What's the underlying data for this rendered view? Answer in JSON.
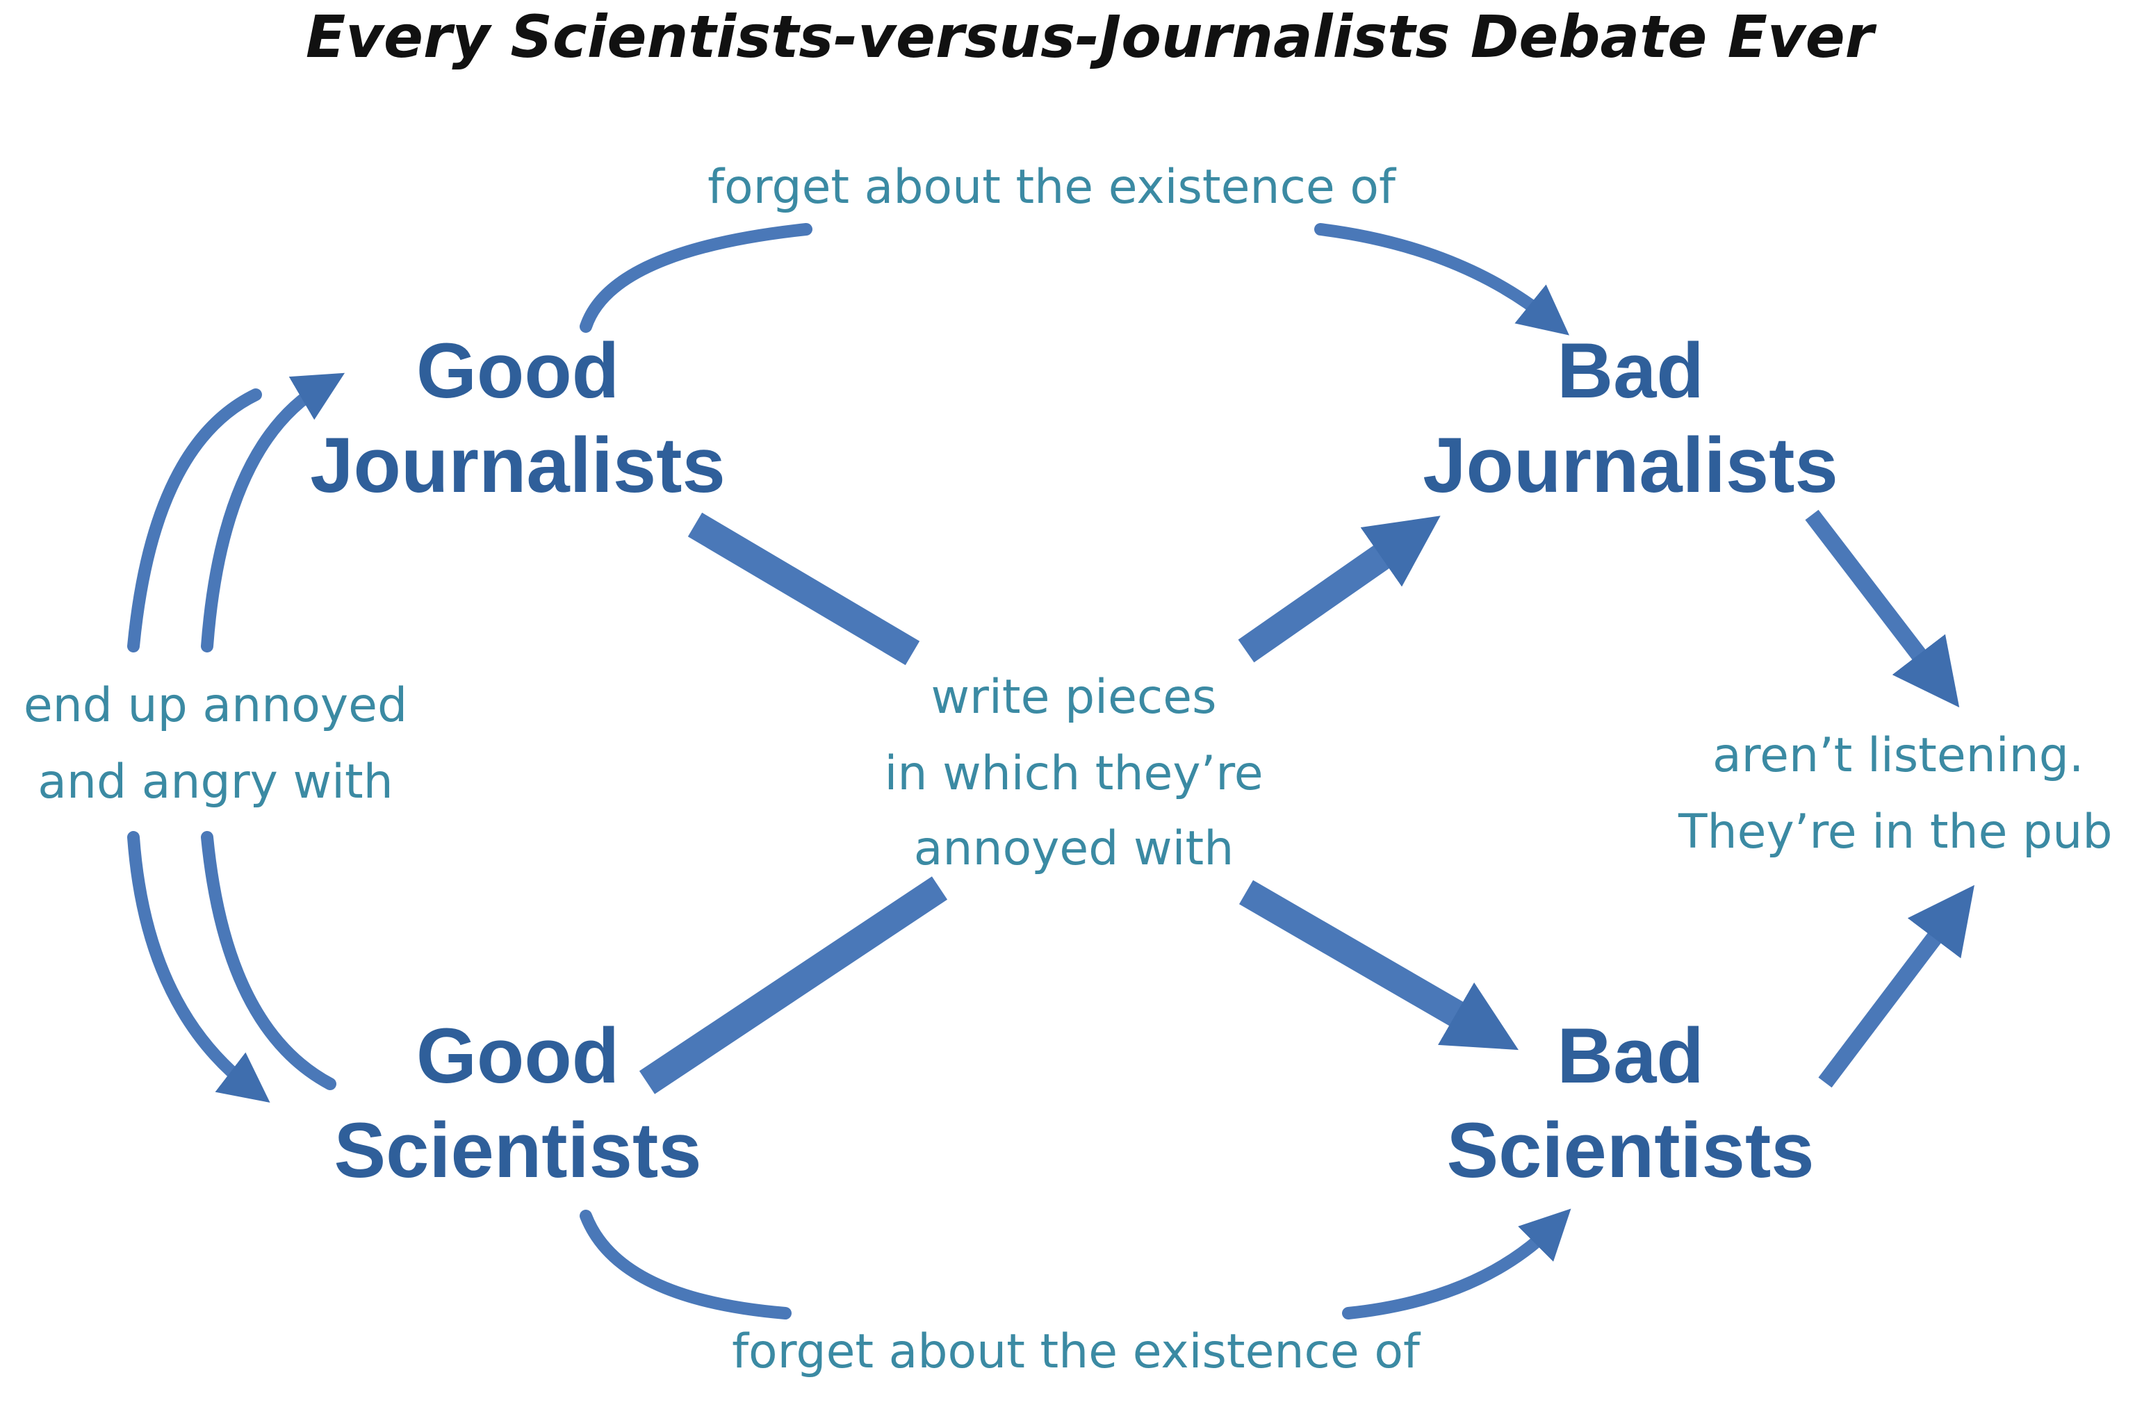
{
  "title": "Every Scientists-versus-Journalists  Debate Ever",
  "colors": {
    "node_text": "#2f5f9a",
    "arrow": "#4a78b8",
    "edge_label": "#3b8aa3"
  },
  "nodes": {
    "good_journalists": [
      "Good",
      "Journalists"
    ],
    "bad_journalists": [
      "Bad",
      "Journalists"
    ],
    "good_scientists": [
      "Good",
      "Scientists"
    ],
    "bad_scientists": [
      "Bad",
      "Scientists"
    ]
  },
  "edges": {
    "top": "forget about the existence of",
    "bottom": "forget about the existence of",
    "left": [
      "end up annoyed",
      "and angry with"
    ],
    "center": [
      "write pieces",
      "in which they’re",
      "annoyed with"
    ],
    "right": [
      "aren’t listening.",
      "They’re in the pub"
    ]
  }
}
